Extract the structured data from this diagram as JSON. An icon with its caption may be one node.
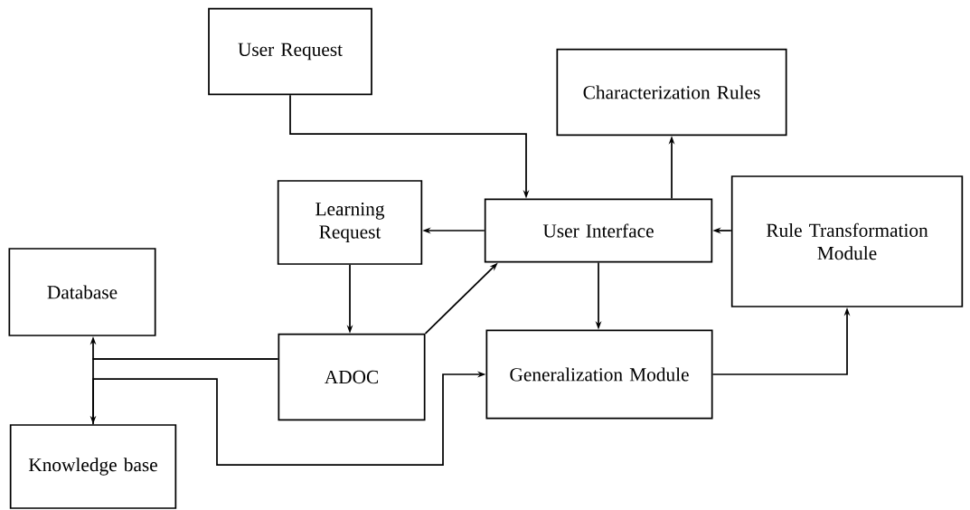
{
  "diagram": {
    "nodes": [
      {
        "text": [
          "User Request"
        ]
      },
      {
        "text": [
          "Characterization Rules"
        ]
      },
      {
        "text": [
          "Learning Request"
        ]
      },
      {
        "text": [
          "User Interface"
        ]
      },
      {
        "text": [
          "Rule Transformation Module"
        ]
      },
      {
        "text": [
          "Database"
        ]
      },
      {
        "text": [
          "ADOC"
        ]
      },
      {
        "text": [
          "Generalization Module"
        ]
      },
      {
        "text": [
          "Knowledge base"
        ]
      }
    ],
    "edges": [
      {
        "from": 0,
        "to": 3,
        "arrow": "to"
      },
      {
        "from": 3,
        "to": 1,
        "arrow": "to"
      },
      {
        "from": 3,
        "to": 2,
        "arrow": "to"
      },
      {
        "from": 4,
        "to": 3,
        "arrow": "to"
      },
      {
        "from": 2,
        "to": 6,
        "arrow": "to"
      },
      {
        "from": 6,
        "to": 3,
        "arrow": "to"
      },
      {
        "from": 3,
        "to": 7,
        "arrow": "to"
      },
      {
        "from": 7,
        "to": 4,
        "arrow": "to"
      },
      {
        "from": 6,
        "to": 5,
        "arrow": "to"
      },
      {
        "from": 6,
        "to": 8,
        "arrow": "to"
      },
      {
        "from": 8,
        "to": 7,
        "arrow": "to"
      }
    ]
  }
}
